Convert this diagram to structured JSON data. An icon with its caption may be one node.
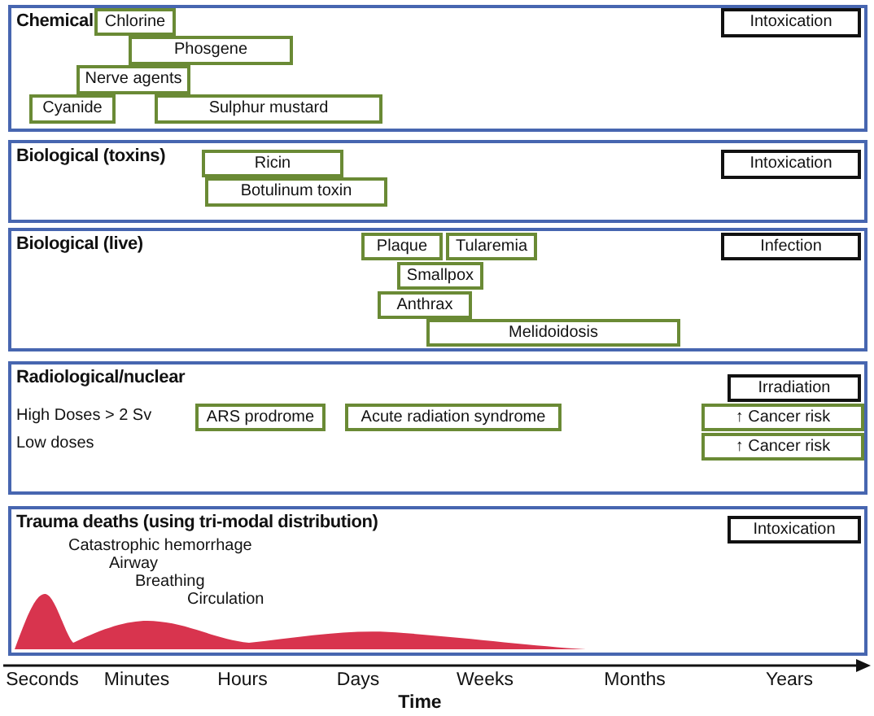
{
  "diagram": {
    "nodes": [
      {
        "text": [
          "Chemical"
        ]
      },
      {
        "text": [
          "Chlorine"
        ],
        "in": 0
      },
      {
        "text": [
          "Phosgene"
        ],
        "in": 0
      },
      {
        "text": [
          "Nerve agents"
        ],
        "in": 0
      },
      {
        "text": [
          "Cyanide"
        ],
        "in": 0
      },
      {
        "text": [
          "Sulphur mustard"
        ],
        "in": 0
      },
      {
        "text": [
          "Intoxication"
        ],
        "in": 0
      },
      {
        "text": [
          "Biological (toxins)"
        ]
      },
      {
        "text": [
          "Ricin"
        ],
        "in": 7
      },
      {
        "text": [
          "Botulinum toxin"
        ],
        "in": 7
      },
      {
        "text": [
          "Intoxication"
        ],
        "in": 7
      },
      {
        "text": [
          "Biological (live)"
        ]
      },
      {
        "text": [
          "Plaque"
        ],
        "in": 11
      },
      {
        "text": [
          "Tularemia"
        ],
        "in": 11
      },
      {
        "text": [
          "Smallpox"
        ],
        "in": 11
      },
      {
        "text": [
          "Anthrax"
        ],
        "in": 11
      },
      {
        "text": [
          "Melidoidosis"
        ],
        "in": 11
      },
      {
        "text": [
          "Infection"
        ],
        "in": 11
      },
      {
        "text": [
          "Radiological/nuclear"
        ]
      },
      {
        "text": [
          "Irradiation"
        ],
        "in": 18
      },
      {
        "text": [
          "ARS prodrome"
        ],
        "in": 18
      },
      {
        "text": [
          "Acute radiation syndrome"
        ],
        "in": 18
      },
      {
        "text": [
          "↑ Cancer risk"
        ],
        "in": 18
      },
      {
        "text": [
          "↑ Cancer risk"
        ],
        "in": 18
      },
      {
        "text": [
          "Trauma deaths (using tri-modal distribution)"
        ]
      },
      {
        "text": [
          "Intoxication"
        ],
        "in": 24
      }
    ],
    "labels": [
      "High Doses > 2 Sv",
      "Low doses",
      "Catastrophic hemorrhage",
      "Airway",
      "Breathing",
      "Circulation",
      "Seconds",
      "Minutes",
      "Hours",
      "Days",
      "Weeks",
      "Months",
      "Years",
      "Time"
    ]
  }
}
